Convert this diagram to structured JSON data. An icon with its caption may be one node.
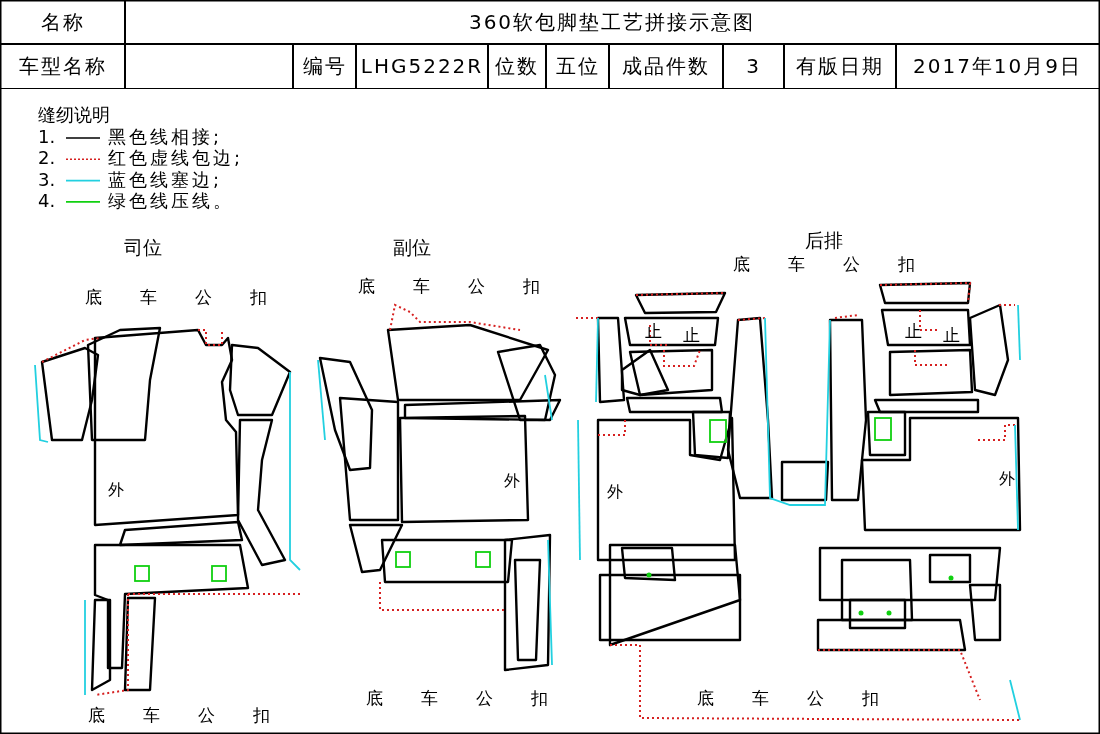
{
  "diagram": {
    "title": "360软包脚垫工艺拼接示意图",
    "labels": [
      "名称",
      "车型名称",
      "编号",
      "LHG5222R",
      "位数",
      "五位",
      "成品件数",
      "3",
      "有版日期",
      "2017年10月9日",
      "缝纫说明",
      "1.",
      "2.",
      "3.",
      "4.",
      "司位",
      "副位",
      "后排",
      "底车公扣",
      "底车公扣",
      "底车公扣",
      "止",
      "止",
      "止",
      "止",
      "外",
      "外",
      "外",
      "外",
      "底车公扣",
      "底车公扣",
      "底车公扣"
    ],
    "legend": [
      {
        "text": "黑色线相接;"
      },
      {
        "text": "红色虚线包边;"
      },
      {
        "text": "蓝色线塞边;"
      },
      {
        "text": "绿色线压线。"
      }
    ]
  }
}
